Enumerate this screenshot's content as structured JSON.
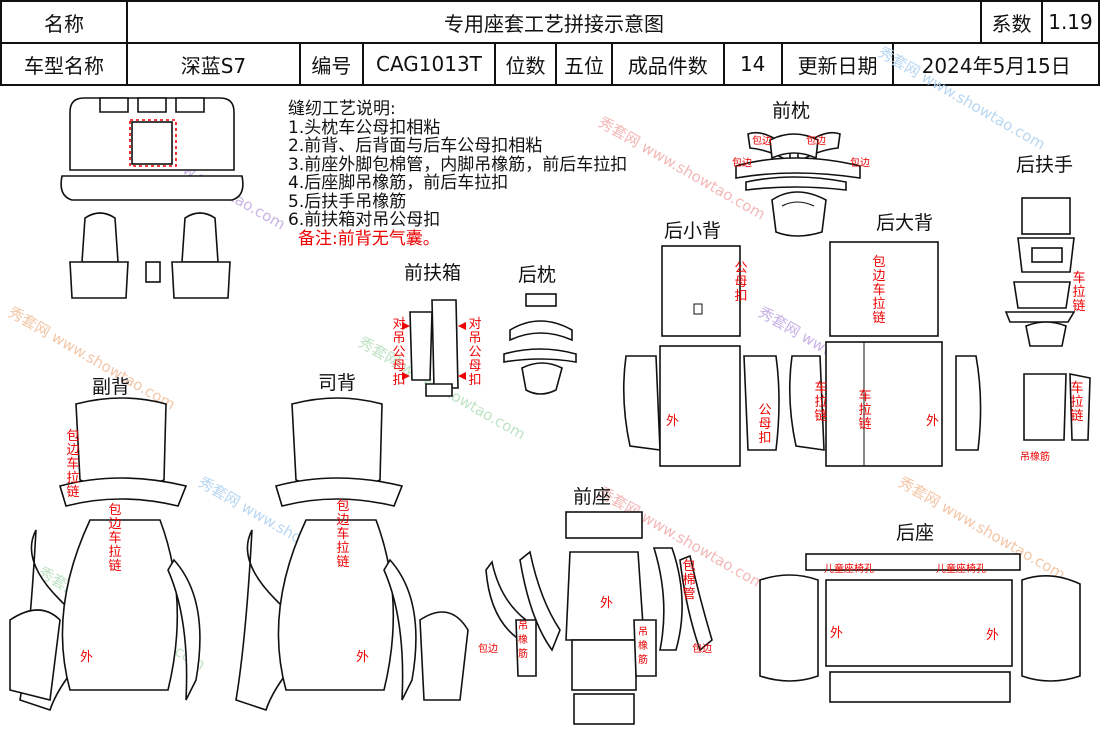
{
  "header": {
    "name_label": "名称",
    "title": "专用座套工艺拼接示意图",
    "coef_label": "系数",
    "coef_value": "1.19",
    "model_label": "车型名称",
    "model_value": "深蓝S7",
    "code_label": "编号",
    "code_value": "CAG1013T",
    "seats_label": "位数",
    "seats_value": "五位",
    "pieces_label": "成品件数",
    "pieces_value": "14",
    "date_label": "更新日期",
    "date_value": "2024年5月15日"
  },
  "notes": {
    "title": "缝纫工艺说明:",
    "items": [
      "1.头枕车公母扣相粘",
      "2.前背、后背面与后车公母扣相粘",
      "3.前座外脚包棉管，内脚吊橡筋，前后车拉扣",
      "4.后座脚吊橡筋，前后车拉扣",
      "5.后扶手吊橡筋",
      "6.前扶箱对吊公母扣"
    ],
    "remark": "备注:前背无气囊。"
  },
  "sections": {
    "front_headrest": "前枕",
    "rear_armrest": "后扶手",
    "rear_small_back": "后小背",
    "rear_large_back": "后大背",
    "front_armbox": "前扶箱",
    "rear_headrest": "后枕",
    "passenger_back": "副背",
    "driver_back": "司背",
    "front_seat": "前座",
    "rear_seat": "后座"
  },
  "annotations": {
    "bind_edge": "包边",
    "male_female_buckle": "公母扣",
    "bind_edge_zipper": "包边车拉链",
    "paired_male_female": "对吊公母扣",
    "outer": "外",
    "zipper": "车拉链",
    "rubber_band": "吊橡筋",
    "bind_cotton_tube": "包棉管",
    "child_seat_hole": "儿童座椅孔"
  },
  "watermark": "秀套网 www.showtao.com"
}
